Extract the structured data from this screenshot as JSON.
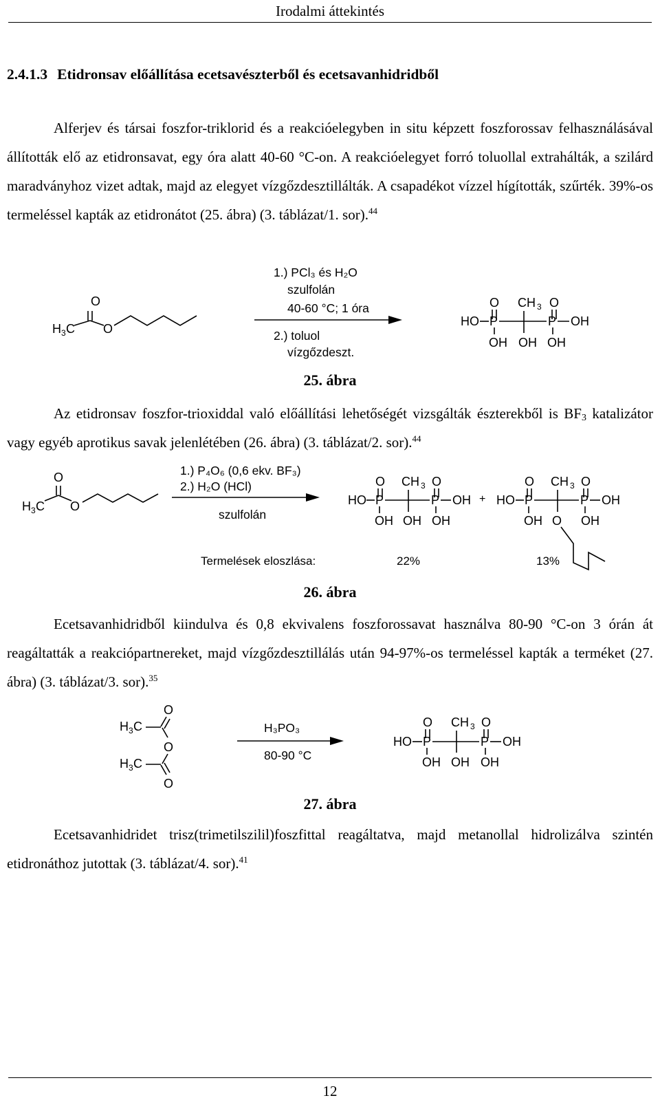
{
  "header": {
    "title": "Irodalmi áttekintés"
  },
  "section": {
    "number": "2.4.1.3",
    "title": "Etidronsav előállítása ecetsavészterből és ecetsavanhidridből"
  },
  "paragraphs": {
    "p1": {
      "text": "Alferjev és társai foszfor-triklorid és a reakcióelegyben in situ képzett foszforossav felhasználásával állították elő az etidronsavat, egy óra alatt 40-60 °C-on. A reakcióelegyet forró toluollal extrahálták, a szilárd maradványhoz vizet adtak, majd az elegyet vízgőzdesztillálták. A csapadékot vízzel hígították, szűrték. 39%-os termeléssel kapták az etidronátot (25. ábra) (3. táblázat/1. sor).",
      "ref": "44"
    },
    "p2": {
      "text_a": "Az etidronsav foszfor-trioxiddal való előállítási lehetőségét vizsgálták észterekből is BF",
      "sub": "3",
      "text_b": " katalizátor vagy egyéb aprotikus savak jelenlétében (26. ábra) (3. táblázat/2. sor).",
      "ref": "44"
    },
    "p3": {
      "text": "Ecetsavanhidridből kiindulva és 0,8 ekvivalens foszforossavat használva 80-90 °C-on 3 órán át reagáltatták a reakciópartnereket, majd vízgőzdesztillálás után 94-97%-os termeléssel kapták a terméket (27. ábra) (3. táblázat/3. sor).",
      "ref": "35"
    },
    "p4": {
      "text": "Ecetsavanhidridet trisz(trimetilszilil)foszfittal reagáltatva, majd metanollal hidrolizálva szintén etidronáthoz jutottak (3. táblázat/4. sor).",
      "ref": "41"
    }
  },
  "figures": {
    "fig25": {
      "caption": "25. ábra",
      "conditions": {
        "line1": "1.) PCl₃ és H₂O",
        "line2": "szulfolán",
        "line3": "40-60 °C; 1 óra",
        "line4": "2.) toluol",
        "line5": "vízgőzdeszt."
      }
    },
    "fig26": {
      "caption": "26. ábra",
      "conditions": {
        "line1": "1.) P₄O₆ (0,6 ekv. BF₃)",
        "line2": "2.) H₂O (HCl)",
        "line3": "szulfolán"
      },
      "yield_label": "Termelések eloszlása:",
      "yield_1": "22%",
      "yield_2": "13%"
    },
    "fig27": {
      "caption": "27. ábra",
      "reagent": "H₃PO₃",
      "temperature": "80-90 °C"
    }
  },
  "page_number": "12"
}
